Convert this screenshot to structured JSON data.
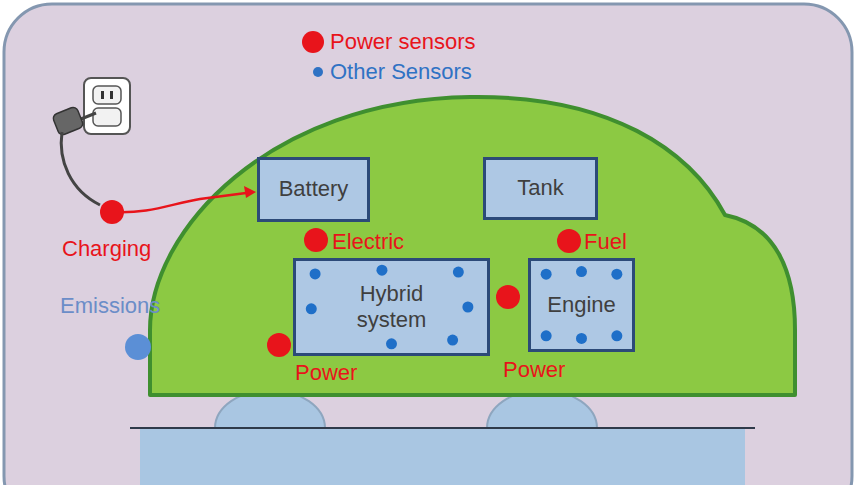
{
  "diagram": {
    "nodes": [
      {
        "text": [
          "Battery"
        ]
      },
      {
        "text": [
          "Tank"
        ]
      },
      {
        "text": [
          "Hybrid system"
        ]
      },
      {
        "text": [
          "Engine"
        ]
      }
    ],
    "labels": [
      "Charging",
      "Electric",
      "Fuel",
      "Emissions",
      "Power",
      "Power"
    ],
    "legend": [
      {
        "text": "Power sensors",
        "color": "#e8141b"
      },
      {
        "text": "Other Sensors",
        "color": "#2f72c4"
      }
    ]
  }
}
